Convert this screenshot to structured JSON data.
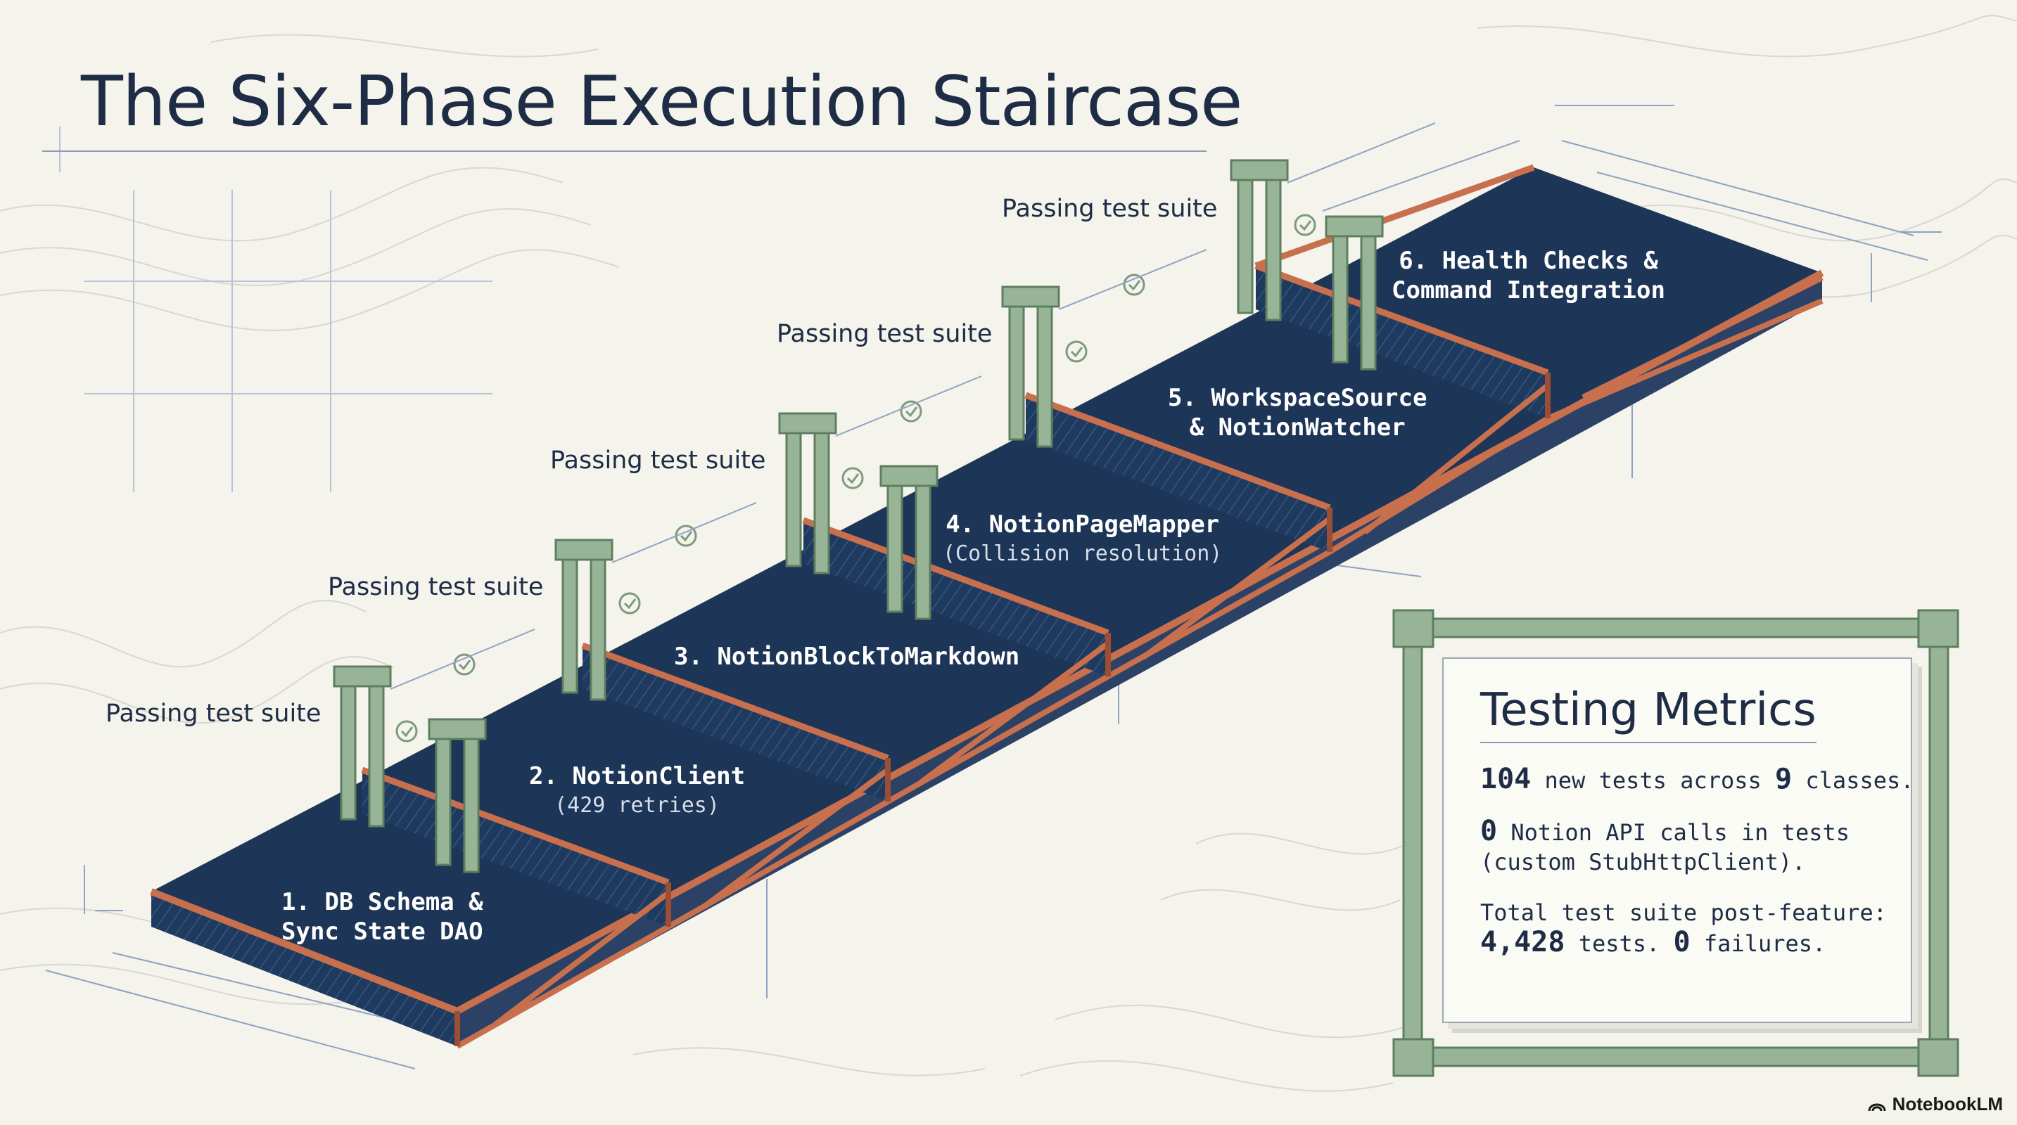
{
  "title": "The Six-Phase Execution Staircase",
  "phases": [
    {
      "name": "1. DB Schema &",
      "line2": "Sync State DAO",
      "sub": ""
    },
    {
      "name": "2. NotionClient",
      "line2": "",
      "sub": "(429 retries)"
    },
    {
      "name": "3. NotionBlockToMarkdown",
      "line2": "",
      "sub": ""
    },
    {
      "name": "4. NotionPageMapper",
      "line2": "",
      "sub": "(Collision resolution)"
    },
    {
      "name": "5. WorkspaceSource",
      "line2": "& NotionWatcher",
      "sub": ""
    },
    {
      "name": "6. Health Checks &",
      "line2": "Command Integration",
      "sub": ""
    }
  ],
  "gate_label": "Passing test suite",
  "metrics": {
    "title": "Testing Metrics",
    "m1_num": "104",
    "m1_text_a": " new tests across ",
    "m1_num2": "9",
    "m1_text_b": " classes.",
    "m2_num": "0",
    "m2_text": " Notion API calls in tests",
    "m2_line2": "(custom StubHttpClient).",
    "m3_line1": "Total test suite post-feature:",
    "m3_num": "4,428",
    "m3_text": " tests. ",
    "m3_num2": "0",
    "m3_text2": " failures."
  },
  "brand": "NotebookLM",
  "colors": {
    "navy": "#1d3557",
    "navy_side": "#2b4266",
    "rust": "#c8704e",
    "rust_dark": "#9a4e33",
    "gate": "#97b596",
    "gate_dark": "#6f8f70",
    "ink": "#1e2c45",
    "paper": "#f4f3ec"
  }
}
